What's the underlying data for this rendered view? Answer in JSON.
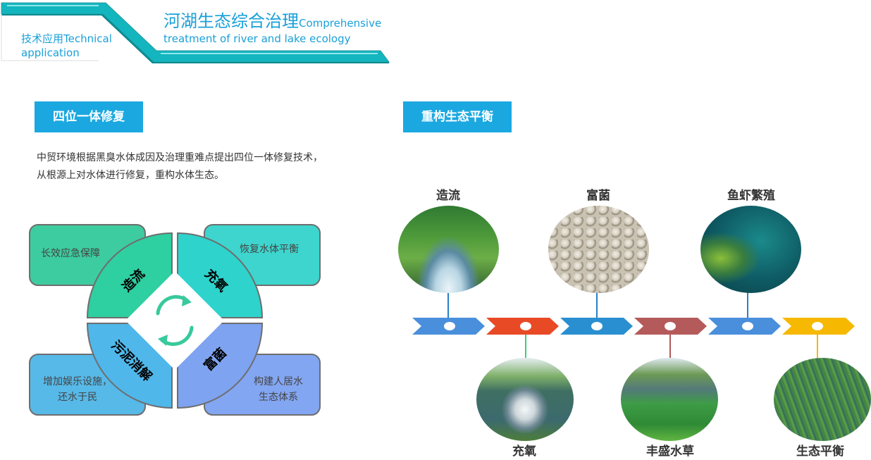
{
  "header": {
    "title_cn": "河湖生态综合治理",
    "title_en_1": "Comprehensive",
    "title_en_2": "treatment of river and lake ecology",
    "tag": "技术应用Technical application"
  },
  "left_section": {
    "label": "四位一体修复",
    "description": "中贸环境根据黑臭水体成因及治理重难点提出四位一体修复技术，从根源上对水体进行修复，重构水体生态。",
    "quadrants": {
      "top_left": "造流",
      "top_right": "充氧",
      "bottom_left": "污泥消解",
      "bottom_right": "富菌"
    },
    "boxes": {
      "top_left": "长效应急保障",
      "top_right": "恢复水体平衡",
      "bottom_left_1": "增加娱乐设施，",
      "bottom_left_2": "还水于民",
      "bottom_right_1": "构建人居水",
      "bottom_right_2": "生态体系"
    },
    "colors": {
      "top_left": "#2ecfa0",
      "top_right": "#2ed3cc",
      "bottom_left": "#4fb7ea",
      "bottom_right": "#7ea3f0"
    }
  },
  "right_section": {
    "label": "重构生态平衡",
    "top_labels": [
      "造流",
      "富菌",
      "鱼虾繁殖"
    ],
    "bottom_labels": [
      "充氧",
      "丰盛水草",
      "生态平衡"
    ],
    "arrow_colors": [
      "#4a8fdc",
      "#e84a26",
      "#2a8fd0",
      "#b55a5a",
      "#4a8fdc",
      "#f6b800"
    ]
  }
}
